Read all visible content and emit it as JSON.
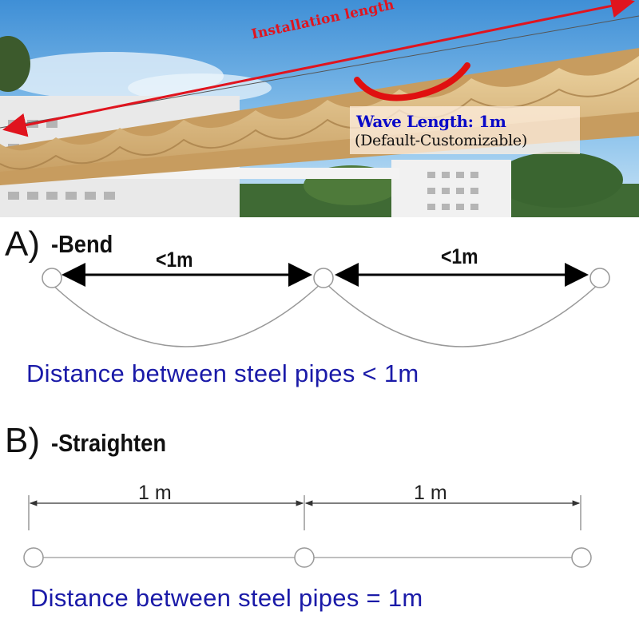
{
  "photo": {
    "installation_label": "Installation length",
    "wave_title": "Wave Length: 1m",
    "wave_subtitle": "(Default-Customizable)"
  },
  "section_a": {
    "letter": "A)",
    "word": "-Bend",
    "span_labels": [
      "<1m",
      "<1m"
    ],
    "caption": "Distance between steel pipes < 1m"
  },
  "section_b": {
    "letter": "B)",
    "word": "-Straighten",
    "span_labels": [
      "1 m",
      "1 m"
    ],
    "caption": "Distance between steel pipes = 1m"
  },
  "colors": {
    "accent_red": "#e0141e",
    "caption_blue": "#1a1aa8",
    "wave_title_blue": "#0a0ac8",
    "shade_fabric": "#d8b77a"
  }
}
